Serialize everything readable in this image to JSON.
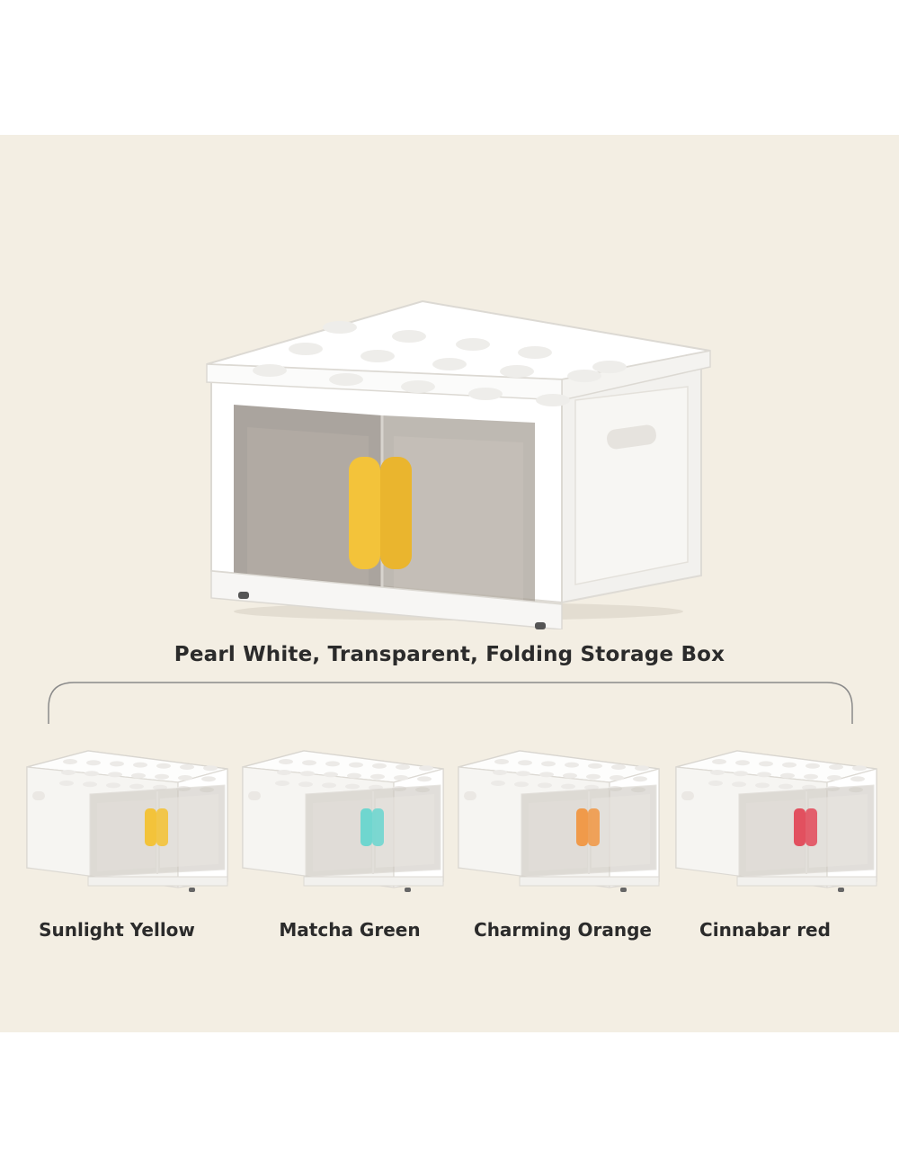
{
  "main_caption": "Pearl White, Transparent, Folding Storage Box",
  "variants": [
    {
      "label": "Sunlight Yellow",
      "handle_color": "#f3c33a"
    },
    {
      "label": "Matcha Green",
      "handle_color": "#6fd6cf"
    },
    {
      "label": "Charming Orange",
      "handle_color": "#f09a4a"
    },
    {
      "label": "Cinnabar red",
      "handle_color": "#e2505f"
    }
  ],
  "colors": {
    "background": "#f3eee3",
    "box_white": "#ffffff",
    "box_shade": "#eceae6",
    "window_tint": "#9a928a",
    "hero_handle": "#f3c33a"
  }
}
